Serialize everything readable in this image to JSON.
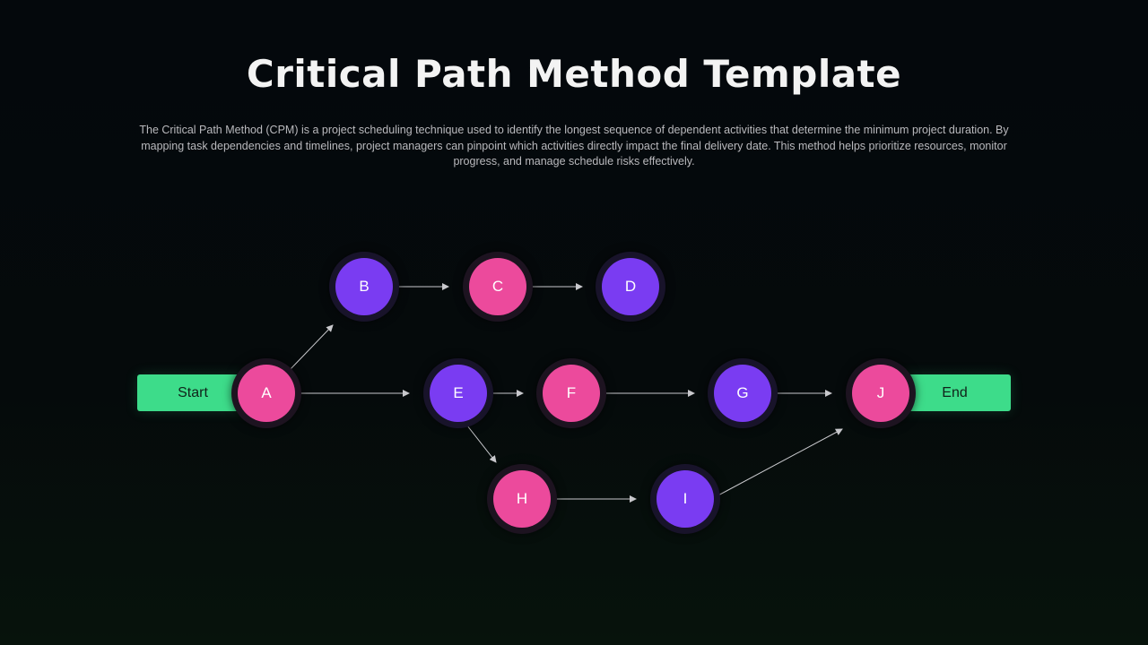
{
  "title": "Critical Path Method Template",
  "description": "The Critical Path Method (CPM) is a project scheduling technique used to identify the longest sequence of dependent activities that determine the minimum project duration. By mapping task dependencies and timelines, project managers can pinpoint which activities directly impact the final delivery date. This method helps prioritize resources, monitor progress, and manage schedule risks effectively.",
  "colors": {
    "background": "#050a0b",
    "pink": "#ec4a9c",
    "purple": "#7a3cf2",
    "green": "#3ddc8a",
    "arrow": "#c8c8cc"
  },
  "terminals": {
    "start": "Start",
    "end": "End"
  },
  "nodes": {
    "A": {
      "label": "A",
      "color": "pink"
    },
    "B": {
      "label": "B",
      "color": "purple"
    },
    "C": {
      "label": "C",
      "color": "pink"
    },
    "D": {
      "label": "D",
      "color": "purple"
    },
    "E": {
      "label": "E",
      "color": "purple"
    },
    "F": {
      "label": "F",
      "color": "pink"
    },
    "G": {
      "label": "G",
      "color": "purple"
    },
    "H": {
      "label": "H",
      "color": "pink"
    },
    "I": {
      "label": "I",
      "color": "purple"
    },
    "J": {
      "label": "J",
      "color": "pink"
    }
  },
  "edges": [
    [
      "A",
      "B"
    ],
    [
      "B",
      "C"
    ],
    [
      "C",
      "D"
    ],
    [
      "A",
      "E"
    ],
    [
      "E",
      "F"
    ],
    [
      "F",
      "G"
    ],
    [
      "G",
      "J"
    ],
    [
      "E",
      "H"
    ],
    [
      "H",
      "I"
    ],
    [
      "I",
      "J"
    ]
  ]
}
